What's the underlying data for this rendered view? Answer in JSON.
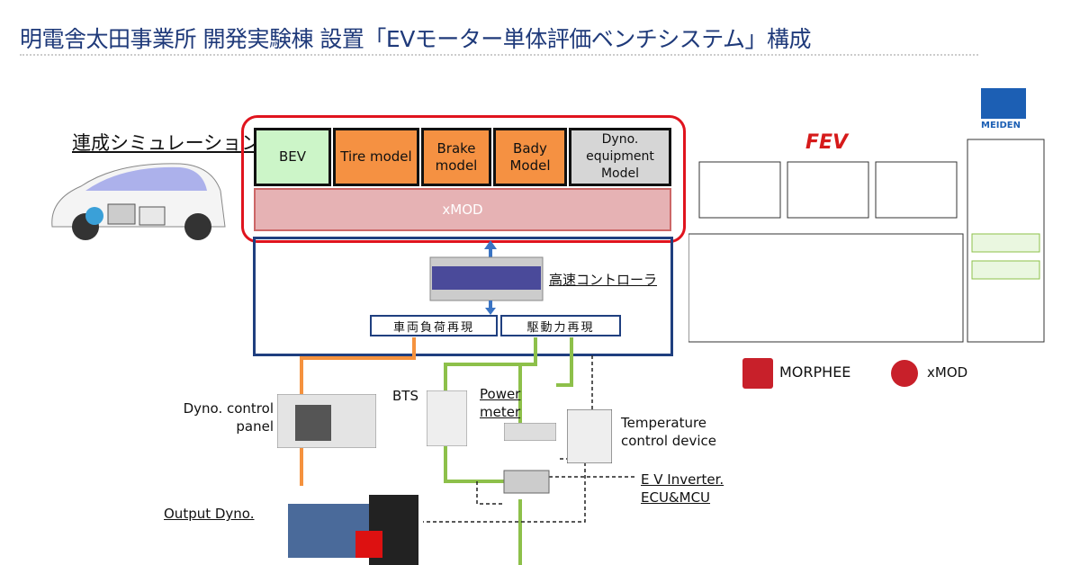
{
  "title": "明電舎太田事業所 開発実験棟 設置「EVモーター単体評価ベンチシステム」構成",
  "simulation_label": "連成シミュレーション",
  "models": [
    {
      "label": "BEV",
      "color": "#ccf5c8"
    },
    {
      "label": "Tire model",
      "color": "#f59142"
    },
    {
      "label": "Brake model",
      "color": "#f59142"
    },
    {
      "label": "Bady Model",
      "color": "#f59142"
    },
    {
      "label": "Dyno. equipment Model",
      "color": "#d6d6d6"
    }
  ],
  "xmod_layer": "xMOD",
  "controller_label": "高速コントローラ",
  "functions": [
    "車両負荷再現",
    "駆動力再現"
  ],
  "equipment": {
    "dyno_panel": "Dyno. control panel",
    "bts": "BTS",
    "power_meter": "Power meter",
    "temperature": "Temperature control device",
    "inverter": "E V Inverter. ECU&MCU",
    "output_dyno": "Output Dyno."
  },
  "logos": {
    "fev": "FEV",
    "meiden": "MEIDEN",
    "morphee": "MORPHEE",
    "xmod": "xMOD"
  },
  "colors": {
    "orange_link": "#f5923e",
    "green_link": "#8dc04a",
    "blue_link": "#3a74c4",
    "frame_red": "#e0141e",
    "frame_blue": "#1f3f7f"
  }
}
